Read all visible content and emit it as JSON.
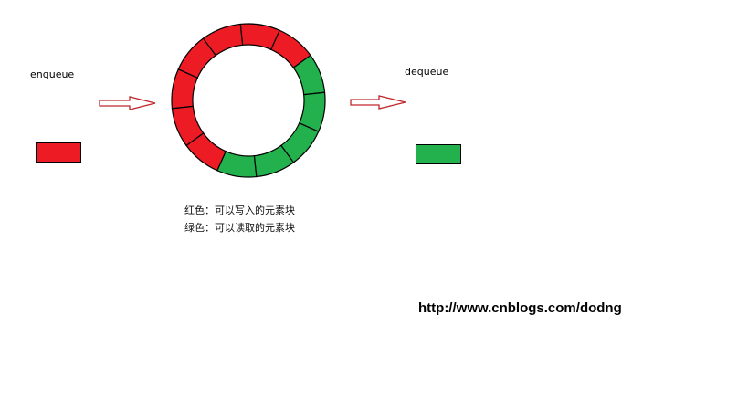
{
  "labels": {
    "enqueue": "enqueue",
    "dequeue": "dequeue"
  },
  "legend": {
    "red_line": "红色：可以写入的元素块",
    "green_line": "绿色：可以读取的元素块"
  },
  "url": "http://www.cnblogs.com/dodng",
  "colors": {
    "red": "#ed1c24",
    "green": "#22b14c",
    "arrow_stroke": "#c0272d",
    "outline": "#000000"
  },
  "ring": {
    "segment_count": 12,
    "segments": [
      "red",
      "red",
      "green",
      "green",
      "green",
      "green",
      "green",
      "red",
      "red",
      "red",
      "red",
      "red"
    ]
  },
  "icons": {
    "arrow_in": "right-arrow-icon",
    "arrow_out": "right-arrow-icon"
  }
}
